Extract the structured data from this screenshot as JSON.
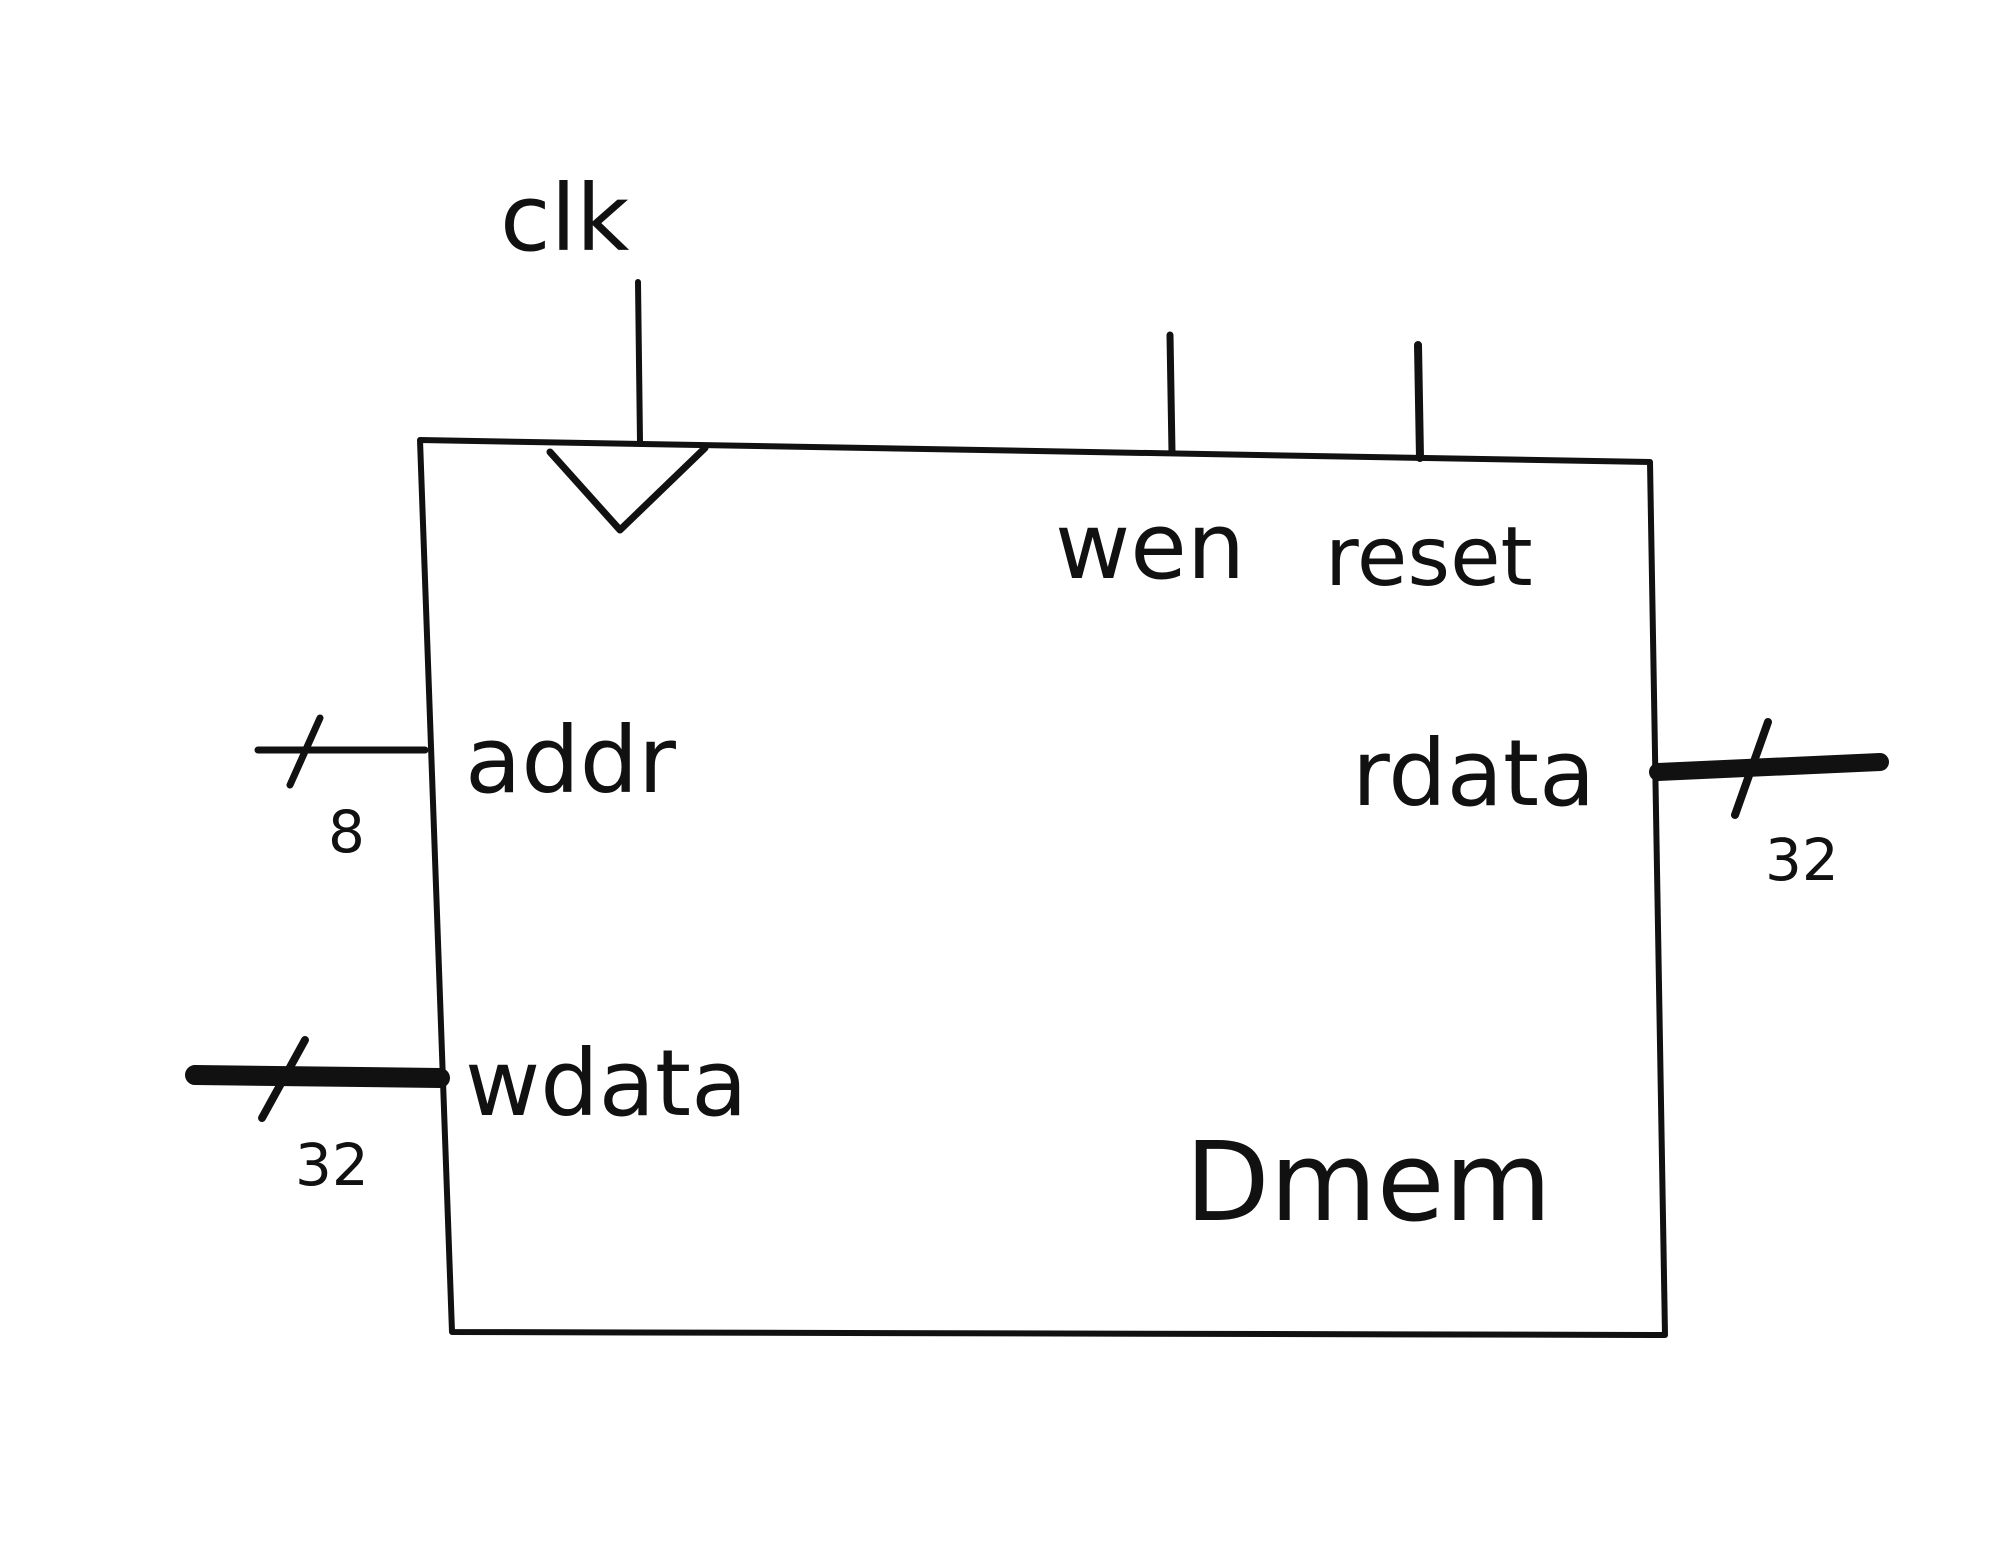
{
  "block": {
    "name": "Dmem",
    "clock_label": "clk",
    "ports": {
      "wen": "wen",
      "reset": "reset",
      "addr": "addr",
      "rdata": "rdata",
      "wdata": "wdata"
    },
    "bus_widths": {
      "addr": "8",
      "rdata": "32",
      "wdata": "32"
    }
  },
  "colors": {
    "ink": "#111111",
    "paper": "#ffffff"
  }
}
